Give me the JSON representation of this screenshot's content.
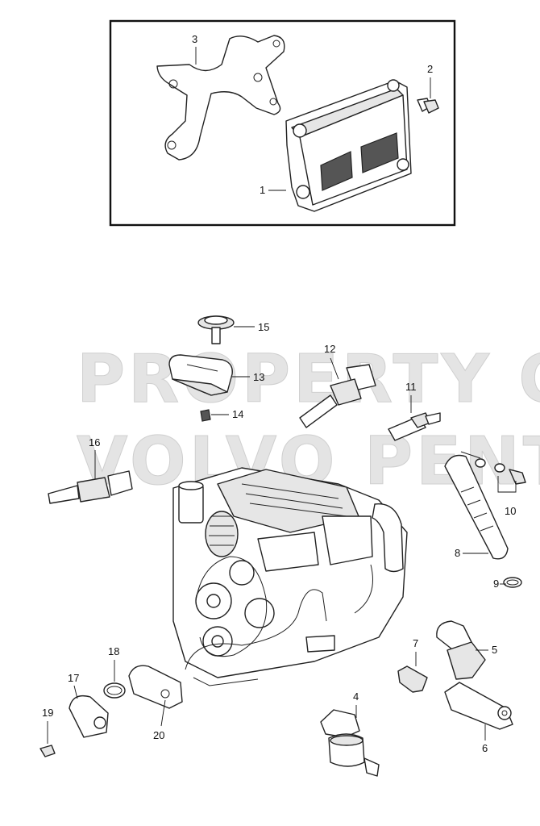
{
  "watermark": [
    "PROPERTY OF",
    "VOLVO PENTA"
  ],
  "callouts": [
    "1",
    "2",
    "3",
    "4",
    "5",
    "6",
    "7",
    "8",
    "9",
    "10",
    "11",
    "12",
    "13",
    "14",
    "15",
    "16",
    "17",
    "18",
    "19",
    "20"
  ]
}
